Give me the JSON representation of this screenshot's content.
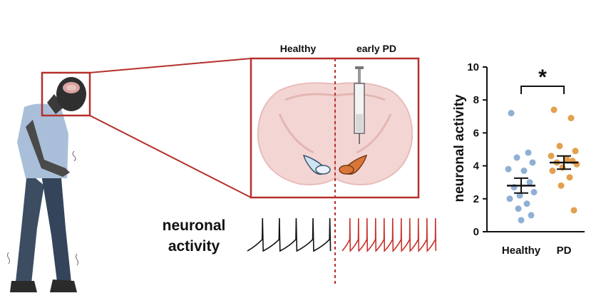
{
  "figure": {
    "panel_labels": {
      "healthy": "Healthy",
      "early_pd": "early PD"
    },
    "activity_label_line1": "neuronal",
    "activity_label_line2": "activity",
    "colors": {
      "frame_red": "#b5302c",
      "healthy_trace": "#111111",
      "pd_trace": "#c8302c",
      "healthy_dot": "#8fb0d4",
      "pd_dot": "#e3a04e",
      "brain_fill": "#f3d6d4",
      "healthy_nucleus": "#cfe3f0",
      "pd_nucleus": "#d9773a"
    },
    "icons": [
      "person-icon",
      "brain-section-icon",
      "syringe-icon"
    ]
  },
  "chart_data": {
    "type": "scatter",
    "ylabel": "neuronal activity",
    "xlabel": "",
    "categories": [
      "Healthy",
      "PD"
    ],
    "ylim": [
      0,
      10
    ],
    "yticks": [
      "0",
      "2",
      "4",
      "6",
      "8",
      "10"
    ],
    "significance": "*",
    "series": [
      {
        "name": "Healthy",
        "values": [
          7.2,
          4.8,
          4.5,
          4.2,
          3.8,
          3.7,
          3.0,
          2.7,
          2.4,
          2.2,
          2.0,
          1.7,
          1.4,
          1.0,
          0.7
        ],
        "mean": 2.8,
        "sem": 0.45
      },
      {
        "name": "PD",
        "values": [
          7.4,
          6.9,
          5.2,
          4.9,
          4.6,
          4.4,
          4.3,
          4.2,
          4.1,
          3.9,
          3.7,
          3.3,
          2.8,
          1.3
        ],
        "mean": 4.2,
        "sem": 0.4
      }
    ]
  }
}
